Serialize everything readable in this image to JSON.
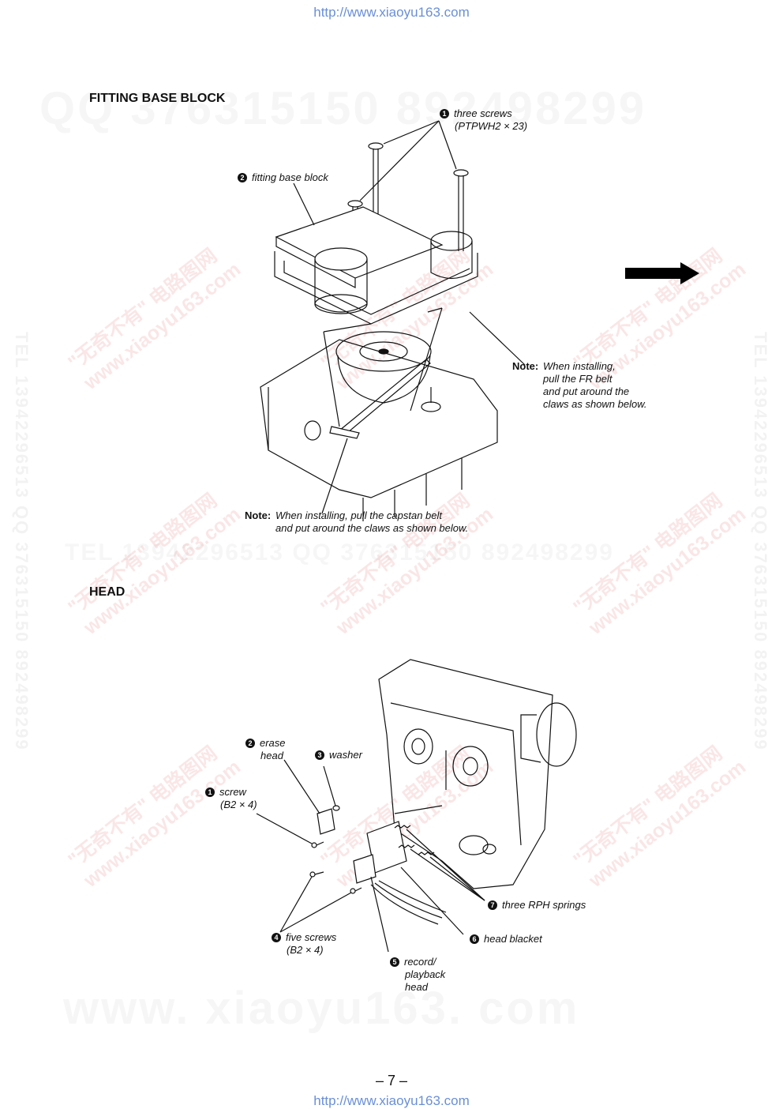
{
  "header_url": "http://www.xiaoyu163.com",
  "footer_url": "http://www.xiaoyu163.com",
  "page_number": "– 7 –",
  "sections": {
    "fitting_base_block": {
      "title": "FITTING  BASE  BLOCK",
      "callouts": {
        "three_screws": {
          "num": "1",
          "line1": "three screws",
          "line2": "(PTPWH2 × 23)"
        },
        "fitting_base_block": {
          "num": "2",
          "line1": "fitting base block"
        }
      },
      "note_fr_belt": {
        "prefix": "Note:",
        "lines": [
          "When installing,",
          "pull the FR belt",
          "and put around the",
          "claws as shown below."
        ]
      },
      "note_capstan_belt": {
        "prefix": "Note:",
        "lines": [
          "When installing, pull the capstan belt",
          "and put around the claws as shown below."
        ]
      }
    },
    "head": {
      "title": "HEAD",
      "callouts": {
        "screw": {
          "num": "1",
          "line1": "screw",
          "line2": "(B2 × 4)"
        },
        "erase_head": {
          "num": "2",
          "line1": "erase",
          "line2": "head"
        },
        "washer": {
          "num": "3",
          "line1": "washer"
        },
        "five_screws": {
          "num": "4",
          "line1": "five screws",
          "line2": "(B2 × 4)"
        },
        "record_playback_head": {
          "num": "5",
          "line1": "record/",
          "line2": "playback",
          "line3": "head"
        },
        "head_blacket": {
          "num": "6",
          "line1": "head blacket"
        },
        "three_rph_springs": {
          "num": "7",
          "line1": "three RPH springs"
        }
      }
    }
  },
  "watermarks": {
    "qq_top": "QQ 376315150  892498299",
    "tel_mid": "TEL 13942296513   QQ 376315150  892498299",
    "www_bottom": "www. xiaoyu163. com",
    "cn_site": "\"无奇不有\" 电路图网",
    "cn_url": "www.xiaoyu163.com",
    "vertical": "TEL 13942296513  QQ 376315150  892498299"
  }
}
